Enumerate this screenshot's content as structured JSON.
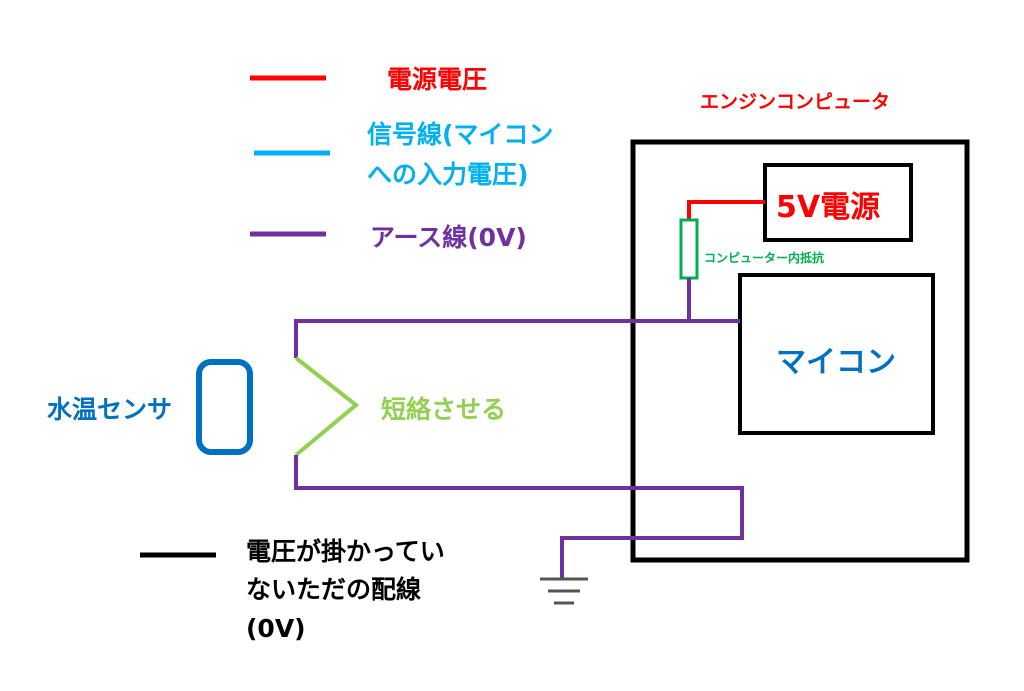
{
  "colors": {
    "red": "#ff0000",
    "cyan": "#00b0f0",
    "purple": "#7030a0",
    "black": "#000000",
    "green": "#92d050",
    "green_dark": "#00b050",
    "blue": "#0070c0"
  },
  "legend": {
    "power": "電源電圧",
    "signal_line1": "信号線(マイコン",
    "signal_line2": "への入力電圧)",
    "ground": "アース線(0V)",
    "none_line1": "電圧が掛かってい",
    "none_line2": "ないただの配線",
    "none_line3": "(0V)"
  },
  "computer": {
    "title": "エンジンコンピュータ",
    "power_supply": "5V電源",
    "resistor_label": "コンピューター内抵抗",
    "mcu": "マイコン"
  },
  "sensor": {
    "label": "水温センサ"
  },
  "short": {
    "label": "短絡させる"
  },
  "icons": [
    "resistor-icon",
    "ground-icon",
    "sensor-icon"
  ]
}
